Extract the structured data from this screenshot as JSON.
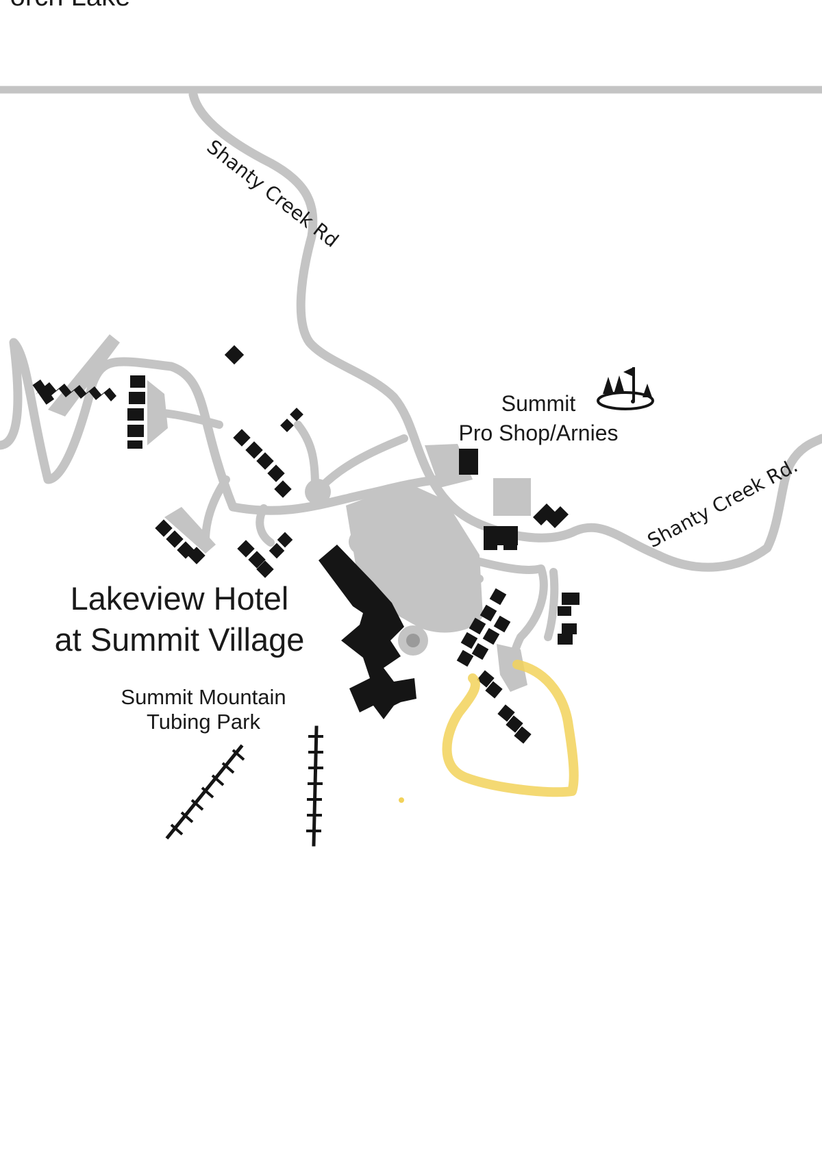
{
  "map": {
    "header_partial_text": "Porch Lake",
    "labels": {
      "hotel_line1": "Lakeview Hotel",
      "hotel_line2": "at Summit Village",
      "tubing_line1": "Summit Mountain",
      "tubing_line2": "Tubing Park",
      "pro_shop_line1": "Summit",
      "pro_shop_line2": "Pro Shop/Arnies",
      "road_north": "Shanty Creek Rd",
      "road_east": "Shanty Creek Rd."
    },
    "icons": [
      "golf-course-icon"
    ],
    "colors": {
      "road": "#c4c4c4",
      "building": "#151515",
      "highlight": "#f2d25a",
      "background": "#ffffff"
    }
  }
}
